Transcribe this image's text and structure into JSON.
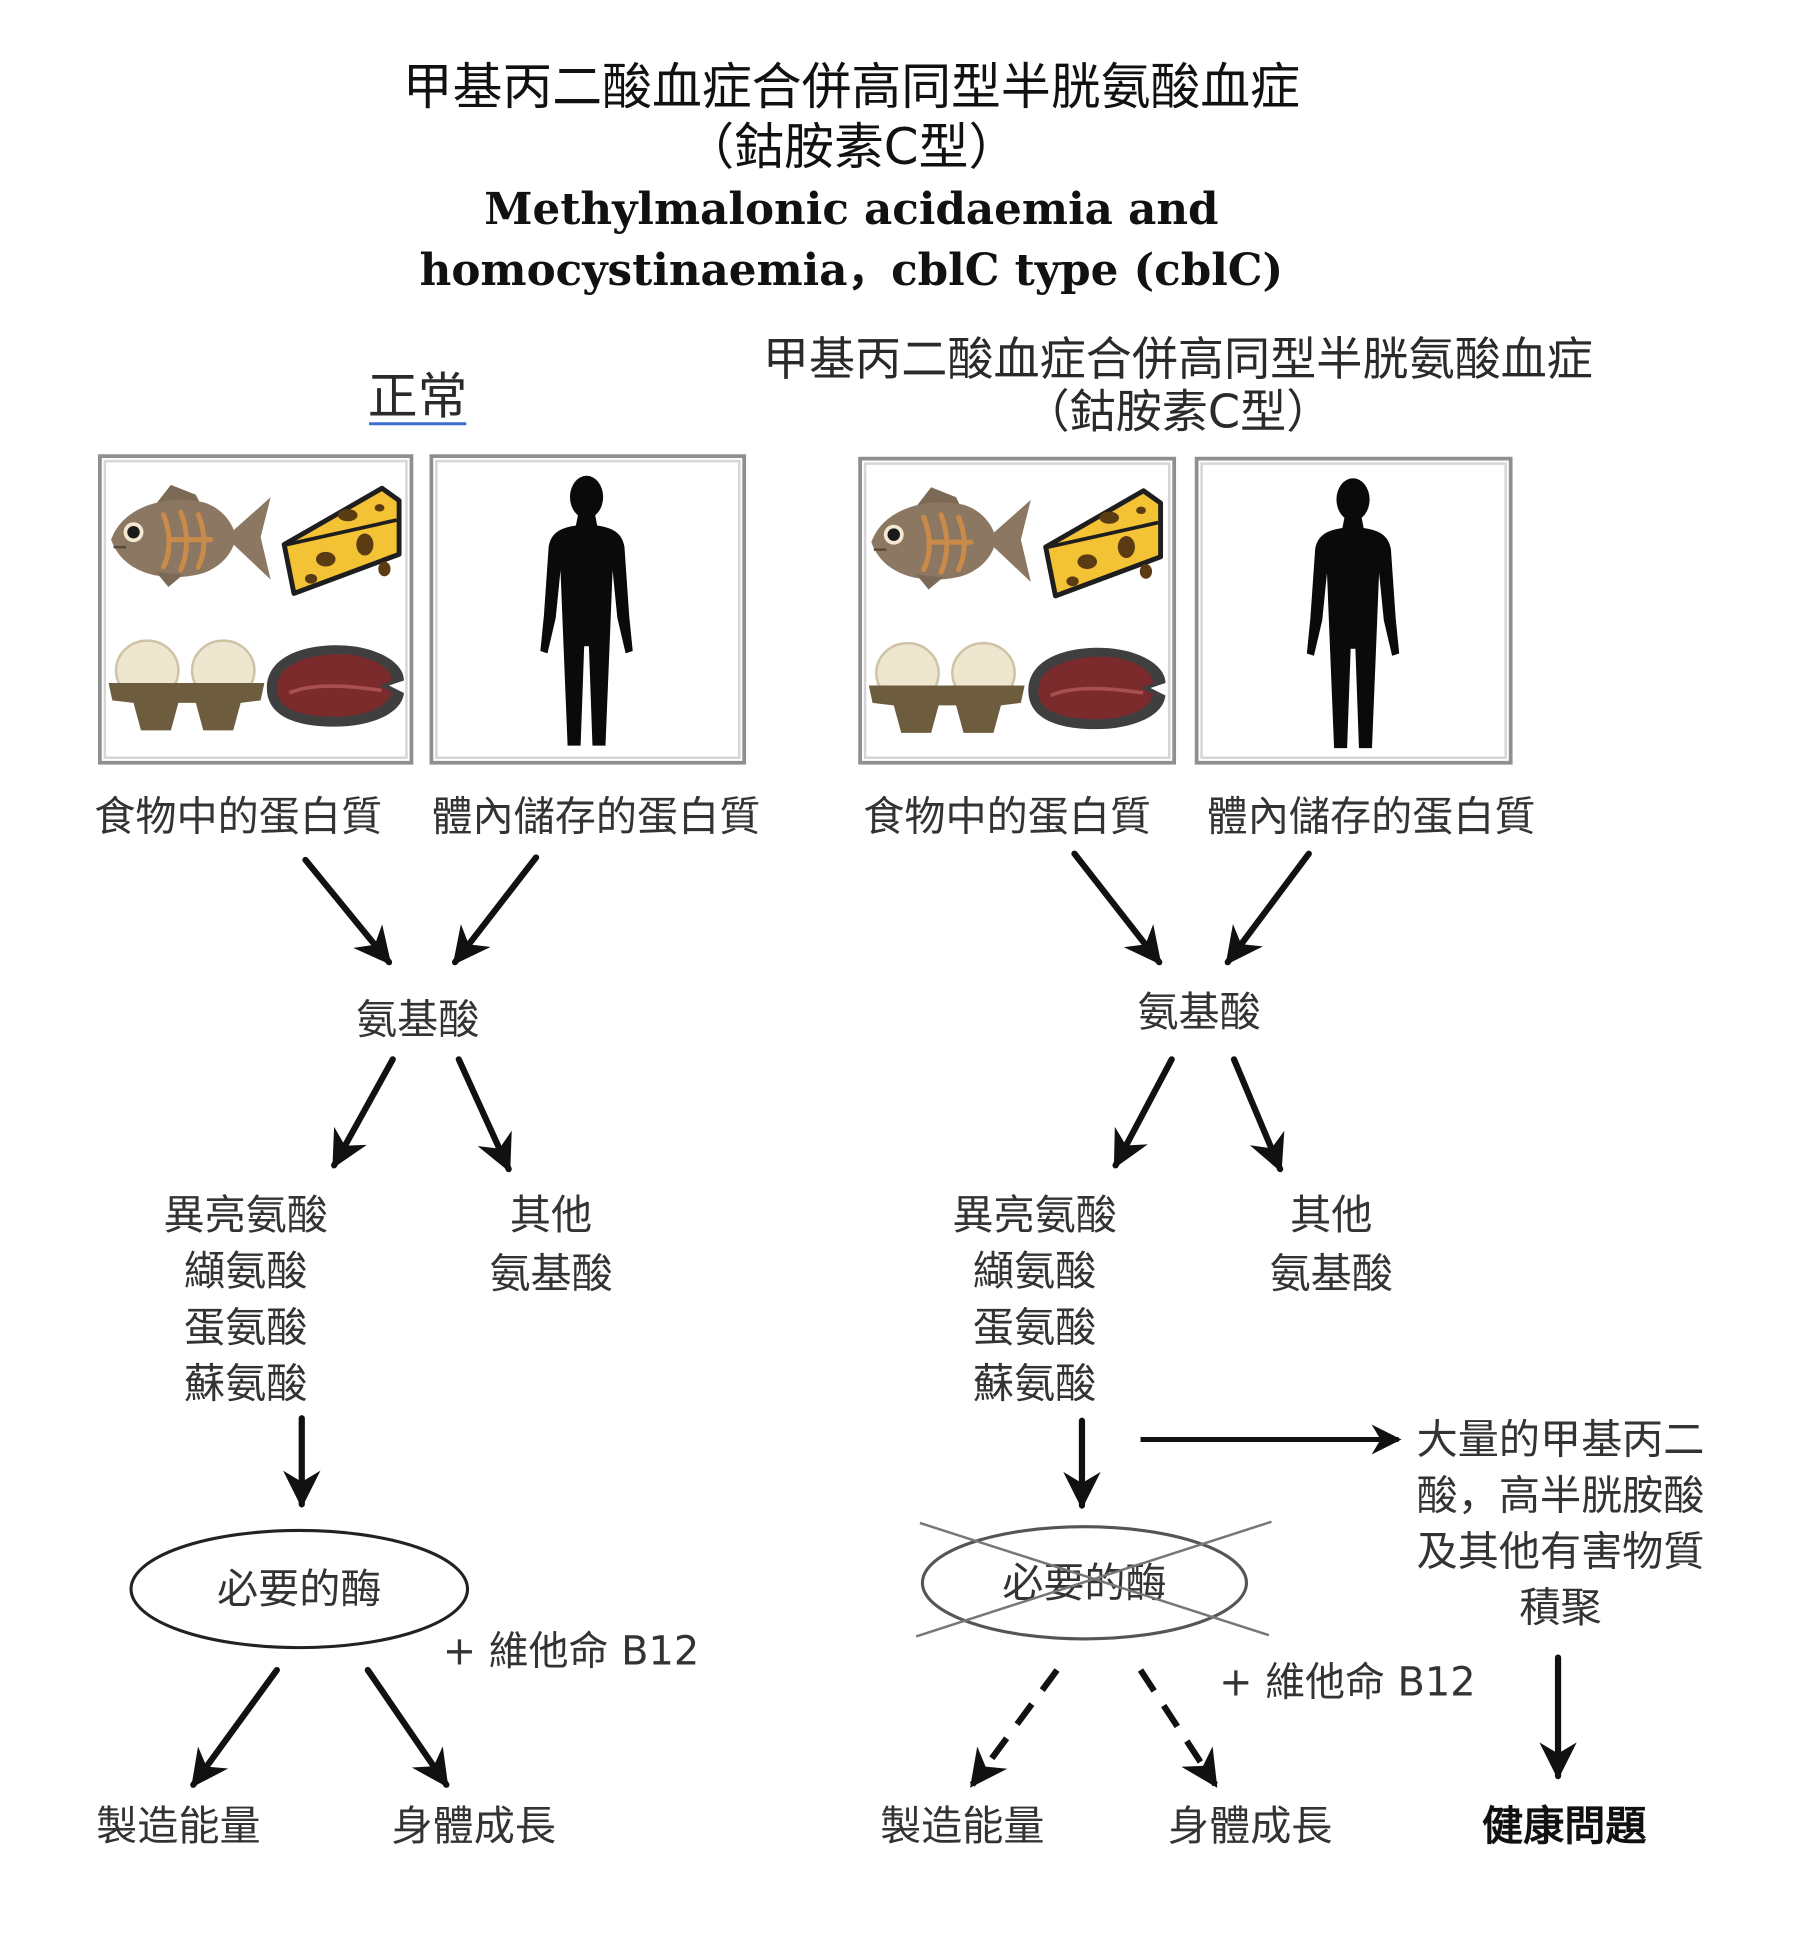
{
  "title": {
    "zh_line1": "甲基丙二酸血症合併高同型半胱氨酸血症",
    "zh_line2": "（鈷胺素C型）",
    "en_line1": "Methylmalonic acidaemia and",
    "en_line2": "homocystinaemia，cblC type (cblC)"
  },
  "colors": {
    "normal_heading": "#3d6fd2",
    "disorder_heading": "#ff0000"
  },
  "icons": {
    "food": [
      "fish-icon",
      "cheese-icon",
      "eggs-icon",
      "steak-icon"
    ],
    "body": "human-silhouette-icon"
  },
  "normal": {
    "heading": "正常",
    "food_label": "食物中的蛋白質",
    "body_label": "體內儲存的蛋白質",
    "amino_acids": "氨基酸",
    "specific_amino_acids": [
      "異亮氨酸",
      "纈氨酸",
      "蛋氨酸",
      "蘇氨酸"
    ],
    "other_amino_acids": [
      "其他",
      "氨基酸"
    ],
    "enzyme": "必要的酶",
    "cofactor": "+ 維他命 B12",
    "outcomes": [
      "製造能量",
      "身體成長"
    ]
  },
  "disorder": {
    "heading_line1": "甲基丙二酸血症合併高同型半胱氨酸血症",
    "heading_line2": "（鈷胺素C型）",
    "food_label": "食物中的蛋白質",
    "body_label": "體內儲存的蛋白質",
    "amino_acids": "氨基酸",
    "specific_amino_acids": [
      "異亮氨酸",
      "纈氨酸",
      "蛋氨酸",
      "蘇氨酸"
    ],
    "other_amino_acids": [
      "其他",
      "氨基酸"
    ],
    "enzyme": "必要的酶",
    "cofactor": "+ 維他命 B12",
    "outcomes": [
      "製造能量",
      "身體成長"
    ],
    "accumulation": [
      "大量的甲基丙二",
      "酸，高半胱胺酸",
      "及其他有害物質",
      "積聚"
    ],
    "health_problem": "健康問題"
  }
}
